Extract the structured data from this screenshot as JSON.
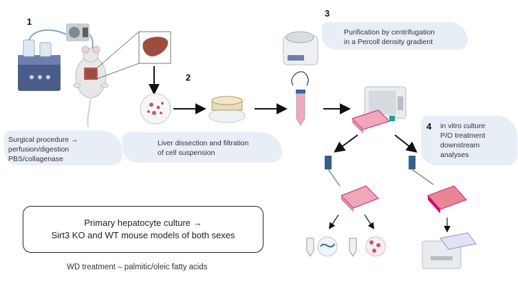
{
  "steps": {
    "one": "1",
    "two": "2",
    "three": "3",
    "four": "4"
  },
  "labels": {
    "surgical": [
      "Surgical procedure →",
      "perfusion/digestion",
      "PBS/collagenase"
    ],
    "dissection": [
      "Liver dissection and filtration",
      "of cell suspension"
    ],
    "purification": [
      "Purification by centrifugation",
      "in a Percoll density gradient"
    ],
    "culture": [
      "in vitro culture",
      "P/O treatment",
      "downstream",
      "analyses"
    ]
  },
  "box": {
    "line1": "Primary hepatocyte culture →",
    "line2": "Sirt3 KO and WT mouse models of both sexes"
  },
  "footer": "WD treatment – palmitic/oleic fatty acids",
  "colors": {
    "wash": "#e6edf4",
    "liver": "#9c4e3e",
    "tube_fluid": "#f2a8bd",
    "plate": "#f0a7b7",
    "incubator": "#e8ecef",
    "pipette": "#3a5f86"
  },
  "icons": [
    "water-bath-icon",
    "peristaltic-pump-icon",
    "mouse-icon",
    "liver-icon",
    "petri-dish-icon",
    "cell-strainer-icon",
    "centrifuge-icon",
    "falcon-tube-icon",
    "incubator-icon",
    "well-plate-icon",
    "pipette-icon",
    "microcentrifuge-tube-icon",
    "plate-reader-icon"
  ]
}
